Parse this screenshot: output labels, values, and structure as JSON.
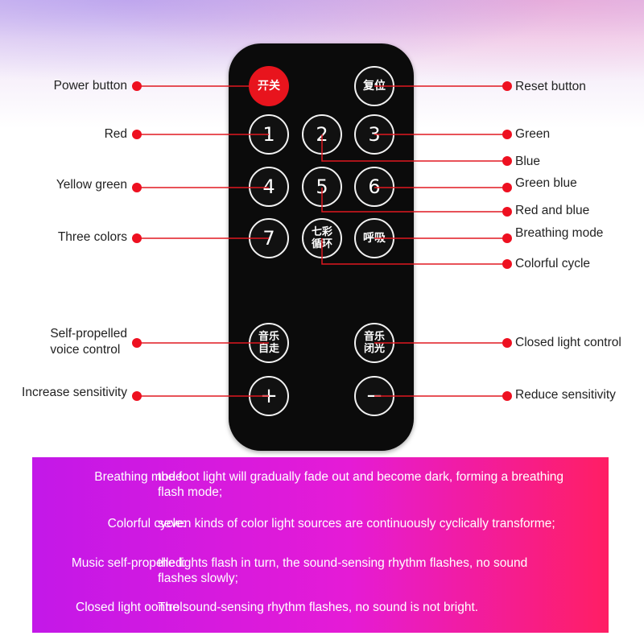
{
  "remote": {
    "power": "开关",
    "reset": "复位",
    "numbers": [
      "1",
      "2",
      "3",
      "4",
      "5",
      "6",
      "7"
    ],
    "colorful_cycle_btn": [
      "七彩",
      "循环"
    ],
    "breathing_btn": "呼吸",
    "music_self_btn": [
      "音乐",
      "自走"
    ],
    "music_close_btn": [
      "音乐",
      "闭光"
    ],
    "plus": "+",
    "minus": "−"
  },
  "labels": {
    "power_button": "Power button",
    "reset_button": "Reset button",
    "red": "Red",
    "green": "Green",
    "blue": "Blue",
    "yellow_green": "Yellow green",
    "green_blue": "Green blue",
    "red_and_blue": "Red and blue",
    "three_colors": "Three colors",
    "breathing_mode": "Breathing mode",
    "colorful_cycle": "Colorful cycle",
    "self_propelled_1": "Self-propelled",
    "self_propelled_2": "voice control",
    "closed_light_control": "Closed light control",
    "increase_sensitivity": "Increase sensitivity",
    "reduce_sensitivity": "Reduce sensitivity"
  },
  "descriptions": [
    {
      "key": "Breathing mode:",
      "text": "the foot light will gradually fade out and become dark, forming a breathing flash mode;"
    },
    {
      "key": "Colorful cycle:",
      "text": "seven kinds of color light sources are continuously cyclically transforme;"
    },
    {
      "key": "Music self-propelled:",
      "text": "the lights flash in turn, the sound-sensing rhythm flashes, no sound flashes slowly;"
    },
    {
      "key": "Closed light oontrol:",
      "text": "The sound-sensing rhythm flashes, no sound is not bright."
    }
  ],
  "colors": {
    "line": "#e01820",
    "dot": "#ee1020",
    "power": "#e8141d",
    "panel_start": "#c318e8",
    "panel_end": "#ff1e64"
  }
}
